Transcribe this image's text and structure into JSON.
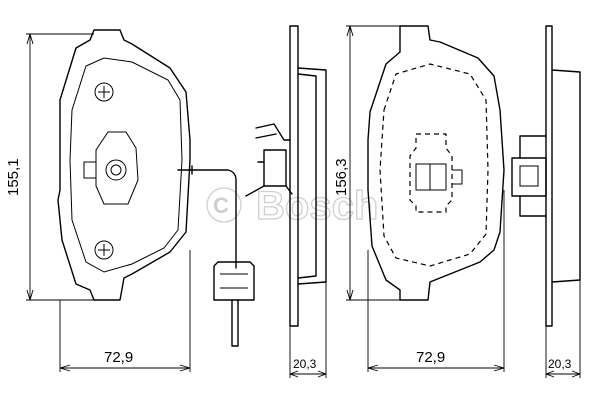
{
  "diagram": {
    "watermark": "Bosch",
    "left_pad": {
      "height_label": "155,1",
      "width_label": "72,9",
      "thickness_label": "20,3"
    },
    "right_pad": {
      "height_label": "156,3",
      "width_label": "72,9",
      "thickness_label": "20,3"
    }
  }
}
